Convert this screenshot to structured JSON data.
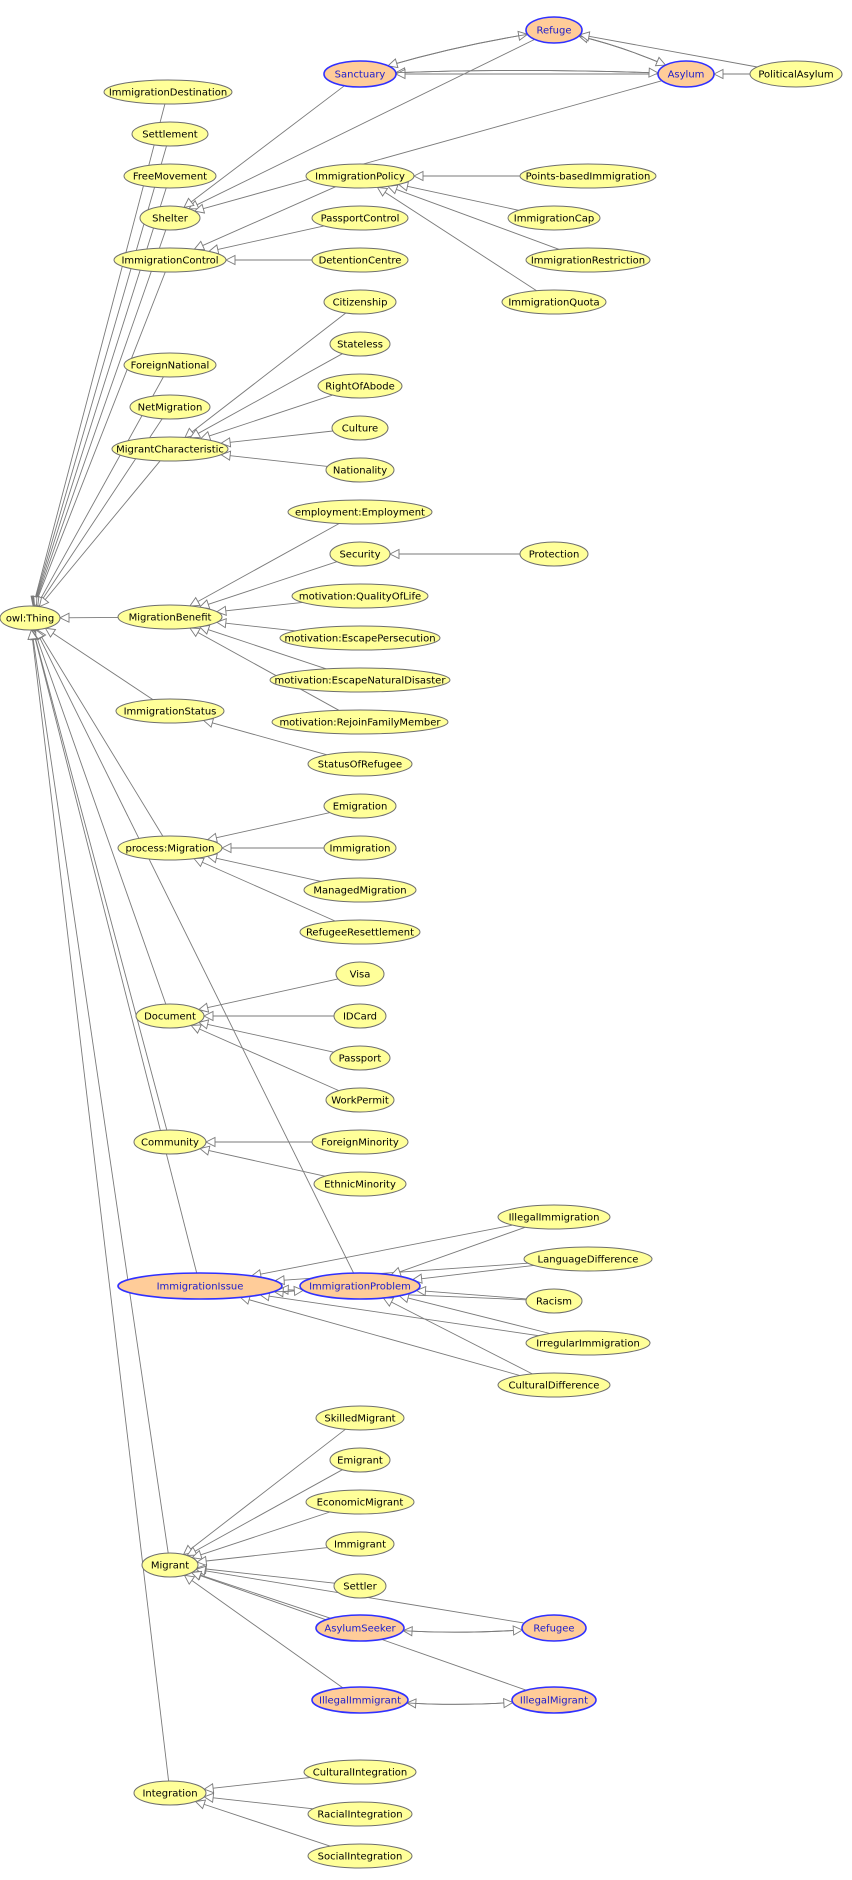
{
  "colors": {
    "class_fill": "#ffff99",
    "equivalent_fill": "#ffcc99",
    "equivalent_stroke": "#3030ff",
    "edge": "#7a7a7a"
  },
  "nodes": [
    {
      "id": "thing",
      "label": "owl:Thing",
      "type": "plain"
    },
    {
      "id": "refuge",
      "label": "Refuge",
      "type": "equiv"
    },
    {
      "id": "sanctuary",
      "label": "Sanctuary",
      "type": "equiv"
    },
    {
      "id": "asylum",
      "label": "Asylum",
      "type": "equiv"
    },
    {
      "id": "politicalasylum",
      "label": "PoliticalAsylum",
      "type": "plain"
    },
    {
      "id": "immdest",
      "label": "ImmigrationDestination",
      "type": "plain"
    },
    {
      "id": "settlement",
      "label": "Settlement",
      "type": "plain"
    },
    {
      "id": "freemovement",
      "label": "FreeMovement",
      "type": "plain"
    },
    {
      "id": "shelter",
      "label": "Shelter",
      "type": "plain"
    },
    {
      "id": "immpolicy",
      "label": "ImmigrationPolicy",
      "type": "plain"
    },
    {
      "id": "pointsbased",
      "label": "Points-basedImmigration",
      "type": "plain"
    },
    {
      "id": "immcap",
      "label": "ImmigrationCap",
      "type": "plain"
    },
    {
      "id": "passportcontrol",
      "label": "PassportControl",
      "type": "plain"
    },
    {
      "id": "immcontrol",
      "label": "ImmigrationControl",
      "type": "plain"
    },
    {
      "id": "detention",
      "label": "DetentionCentre",
      "type": "plain"
    },
    {
      "id": "immrestriction",
      "label": "ImmigrationRestriction",
      "type": "plain"
    },
    {
      "id": "immquota",
      "label": "ImmigrationQuota",
      "type": "plain"
    },
    {
      "id": "citizenship",
      "label": "Citizenship",
      "type": "plain"
    },
    {
      "id": "stateless",
      "label": "Stateless",
      "type": "plain"
    },
    {
      "id": "foreignnational",
      "label": "ForeignNational",
      "type": "plain"
    },
    {
      "id": "rightofabode",
      "label": "RightOfAbode",
      "type": "plain"
    },
    {
      "id": "netmigration",
      "label": "NetMigration",
      "type": "plain"
    },
    {
      "id": "culture",
      "label": "Culture",
      "type": "plain"
    },
    {
      "id": "migrantchar",
      "label": "MigrantCharacteristic",
      "type": "plain"
    },
    {
      "id": "nationality",
      "label": "Nationality",
      "type": "plain"
    },
    {
      "id": "employment",
      "label": "employment:Employment",
      "type": "plain"
    },
    {
      "id": "security",
      "label": "Security",
      "type": "plain"
    },
    {
      "id": "protection",
      "label": "Protection",
      "type": "plain"
    },
    {
      "id": "qualityoflife",
      "label": "motivation:QualityOfLife",
      "type": "plain"
    },
    {
      "id": "migrationbenefit",
      "label": "MigrationBenefit",
      "type": "plain"
    },
    {
      "id": "escapepersecution",
      "label": "motivation:EscapePersecution",
      "type": "plain"
    },
    {
      "id": "escapenatural",
      "label": "motivation:EscapeNaturalDisaster",
      "type": "plain"
    },
    {
      "id": "immstatus",
      "label": "ImmigrationStatus",
      "type": "plain"
    },
    {
      "id": "rejoinfamily",
      "label": "motivation:RejoinFamilyMember",
      "type": "plain"
    },
    {
      "id": "statusofrefugee",
      "label": "StatusOfRefugee",
      "type": "plain"
    },
    {
      "id": "emigration",
      "label": "Emigration",
      "type": "plain"
    },
    {
      "id": "processmigration",
      "label": "process:Migration",
      "type": "plain"
    },
    {
      "id": "immigration",
      "label": "Immigration",
      "type": "plain"
    },
    {
      "id": "managedmigration",
      "label": "ManagedMigration",
      "type": "plain"
    },
    {
      "id": "refugeeresettlement",
      "label": "RefugeeResettlement",
      "type": "plain"
    },
    {
      "id": "visa",
      "label": "Visa",
      "type": "plain"
    },
    {
      "id": "document",
      "label": "Document",
      "type": "plain"
    },
    {
      "id": "idcard",
      "label": "IDCard",
      "type": "plain"
    },
    {
      "id": "passport",
      "label": "Passport",
      "type": "plain"
    },
    {
      "id": "workpermit",
      "label": "WorkPermit",
      "type": "plain"
    },
    {
      "id": "community",
      "label": "Community",
      "type": "plain"
    },
    {
      "id": "foreignminority",
      "label": "ForeignMinority",
      "type": "plain"
    },
    {
      "id": "ethnicminority",
      "label": "EthnicMinority",
      "type": "plain"
    },
    {
      "id": "illegalimmigration",
      "label": "IllegalImmigration",
      "type": "plain"
    },
    {
      "id": "languagedifference",
      "label": "LanguageDifference",
      "type": "plain"
    },
    {
      "id": "immissue",
      "label": "ImmigrationIssue",
      "type": "equiv"
    },
    {
      "id": "immproblem",
      "label": "ImmigrationProblem",
      "type": "equiv"
    },
    {
      "id": "racism",
      "label": "Racism",
      "type": "plain"
    },
    {
      "id": "irregularimmigration",
      "label": "IrregularImmigration",
      "type": "plain"
    },
    {
      "id": "culturaldifference",
      "label": "CulturalDifference",
      "type": "plain"
    },
    {
      "id": "skilledmigrant",
      "label": "SkilledMigrant",
      "type": "plain"
    },
    {
      "id": "emigrant",
      "label": "Emigrant",
      "type": "plain"
    },
    {
      "id": "economicmigrant",
      "label": "EconomicMigrant",
      "type": "plain"
    },
    {
      "id": "immigrant",
      "label": "Immigrant",
      "type": "plain"
    },
    {
      "id": "migrant",
      "label": "Migrant",
      "type": "plain"
    },
    {
      "id": "settler",
      "label": "Settler",
      "type": "plain"
    },
    {
      "id": "asylumseeker",
      "label": "AsylumSeeker",
      "type": "equiv"
    },
    {
      "id": "refugee",
      "label": "Refugee",
      "type": "equiv"
    },
    {
      "id": "illegalimmigrant",
      "label": "IllegalImmigrant",
      "type": "equiv"
    },
    {
      "id": "illegalmigrant",
      "label": "IllegalMigrant",
      "type": "equiv"
    },
    {
      "id": "integration",
      "label": "Integration",
      "type": "plain"
    },
    {
      "id": "culturalintegration",
      "label": "CulturalIntegration",
      "type": "plain"
    },
    {
      "id": "racialintegration",
      "label": "RacialIntegration",
      "type": "plain"
    },
    {
      "id": "socialintegration",
      "label": "SocialIntegration",
      "type": "plain"
    }
  ],
  "edges": [
    [
      "immdest",
      "thing"
    ],
    [
      "settlement",
      "thing"
    ],
    [
      "freemovement",
      "thing"
    ],
    [
      "shelter",
      "thing"
    ],
    [
      "immcontrol",
      "thing"
    ],
    [
      "foreignnational",
      "thing"
    ],
    [
      "netmigration",
      "thing"
    ],
    [
      "migrantchar",
      "thing"
    ],
    [
      "migrationbenefit",
      "thing"
    ],
    [
      "immstatus",
      "thing"
    ],
    [
      "processmigration",
      "thing"
    ],
    [
      "document",
      "thing"
    ],
    [
      "community",
      "thing"
    ],
    [
      "immissue",
      "thing"
    ],
    [
      "immproblem",
      "thing"
    ],
    [
      "migrant",
      "thing"
    ],
    [
      "integration",
      "thing"
    ],
    [
      "refuge",
      "shelter"
    ],
    [
      "sanctuary",
      "shelter"
    ],
    [
      "asylum",
      "shelter"
    ],
    [
      "sanctuary",
      "refuge"
    ],
    [
      "asylum",
      "refuge"
    ],
    [
      "refuge",
      "asylum"
    ],
    [
      "politicalasylum",
      "refuge"
    ],
    [
      "refuge",
      "sanctuary"
    ],
    [
      "asylum",
      "sanctuary"
    ],
    [
      "politicalasylum",
      "sanctuary"
    ],
    [
      "sanctuary",
      "asylum"
    ],
    [
      "politicalasylum",
      "asylum"
    ],
    [
      "immpolicy",
      "immcontrol"
    ],
    [
      "passportcontrol",
      "immcontrol"
    ],
    [
      "detention",
      "immcontrol"
    ],
    [
      "pointsbased",
      "immpolicy"
    ],
    [
      "immcap",
      "immpolicy"
    ],
    [
      "immrestriction",
      "immpolicy"
    ],
    [
      "immquota",
      "immpolicy"
    ],
    [
      "citizenship",
      "migrantchar"
    ],
    [
      "stateless",
      "migrantchar"
    ],
    [
      "rightofabode",
      "migrantchar"
    ],
    [
      "culture",
      "migrantchar"
    ],
    [
      "nationality",
      "migrantchar"
    ],
    [
      "employment",
      "migrationbenefit"
    ],
    [
      "security",
      "migrationbenefit"
    ],
    [
      "qualityoflife",
      "migrationbenefit"
    ],
    [
      "escapepersecution",
      "migrationbenefit"
    ],
    [
      "escapenatural",
      "migrationbenefit"
    ],
    [
      "rejoinfamily",
      "migrationbenefit"
    ],
    [
      "protection",
      "security"
    ],
    [
      "statusofrefugee",
      "immstatus"
    ],
    [
      "emigration",
      "processmigration"
    ],
    [
      "immigration",
      "processmigration"
    ],
    [
      "managedmigration",
      "processmigration"
    ],
    [
      "refugeeresettlement",
      "processmigration"
    ],
    [
      "visa",
      "document"
    ],
    [
      "idcard",
      "document"
    ],
    [
      "passport",
      "document"
    ],
    [
      "workpermit",
      "document"
    ],
    [
      "foreignminority",
      "community"
    ],
    [
      "ethnicminority",
      "community"
    ],
    [
      "illegalimmigration",
      "immissue"
    ],
    [
      "languagedifference",
      "immissue"
    ],
    [
      "racism",
      "immissue"
    ],
    [
      "irregularimmigration",
      "immissue"
    ],
    [
      "culturaldifference",
      "immissue"
    ],
    [
      "immproblem",
      "immissue"
    ],
    [
      "immissue",
      "immproblem"
    ],
    [
      "illegalimmigration",
      "immproblem"
    ],
    [
      "languagedifference",
      "immproblem"
    ],
    [
      "racism",
      "immproblem"
    ],
    [
      "irregularimmigration",
      "immproblem"
    ],
    [
      "culturaldifference",
      "immproblem"
    ],
    [
      "skilledmigrant",
      "migrant"
    ],
    [
      "emigrant",
      "migrant"
    ],
    [
      "economicmigrant",
      "migrant"
    ],
    [
      "immigrant",
      "migrant"
    ],
    [
      "settler",
      "migrant"
    ],
    [
      "asylumseeker",
      "migrant"
    ],
    [
      "refugee",
      "migrant"
    ],
    [
      "illegalimmigrant",
      "migrant"
    ],
    [
      "illegalmigrant",
      "migrant"
    ],
    [
      "refugee",
      "asylumseeker"
    ],
    [
      "asylumseeker",
      "refugee"
    ],
    [
      "illegalmigrant",
      "illegalimmigrant"
    ],
    [
      "illegalimmigrant",
      "illegalmigrant"
    ],
    [
      "culturalintegration",
      "integration"
    ],
    [
      "racialintegration",
      "integration"
    ],
    [
      "socialintegration",
      "integration"
    ]
  ]
}
